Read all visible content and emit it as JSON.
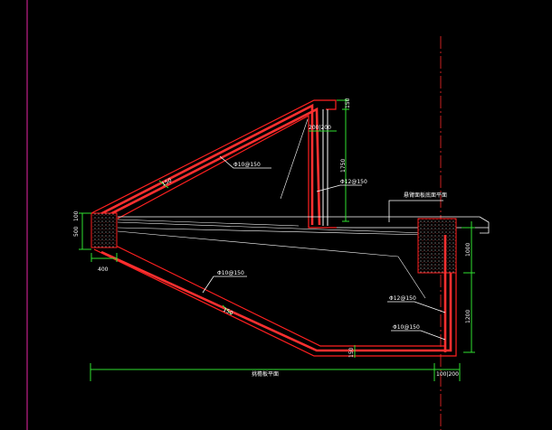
{
  "annotations": {
    "rebar_upper_diag": "Φ10@150",
    "rebar_upper_vert": "Φ12@150",
    "rebar_lower_diag": "Φ10@150",
    "rebar_right_upper": "Φ12@150",
    "rebar_right_lower": "Φ10@150",
    "deck_label": "悬臂面板底面平面",
    "bottom_label": "挑檐板平面"
  },
  "dimensions": {
    "left_500": "500",
    "left_100": "100",
    "left_400": "400",
    "top_150": "150",
    "top_200_200": "200|200",
    "top_1750": "1750",
    "right_1000": "1000",
    "right_1200": "1200",
    "bottom_150": "150",
    "bottom_100_200": "100|200",
    "diag_upper_150": "150",
    "diag_lower_150": "150"
  },
  "colors": {
    "background": "#000000",
    "concrete_outline": "#ff2020",
    "rebar": "#ff3030",
    "dimension": "#2fe02f",
    "text": "#ffffff",
    "border": "#c0208a"
  }
}
